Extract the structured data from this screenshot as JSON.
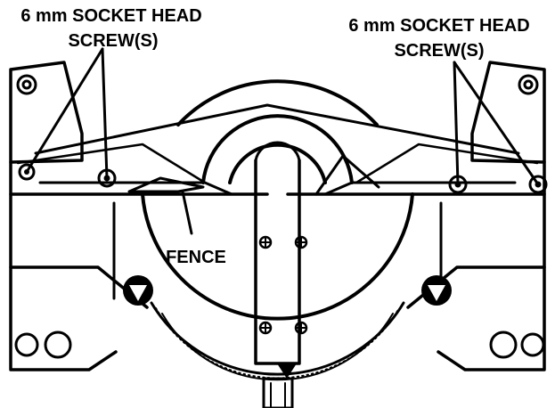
{
  "callouts": {
    "left_screw": {
      "line1": "6 mm SOCKET HEAD",
      "line2": "SCREW(S)"
    },
    "right_screw": {
      "line1": "6 mm SOCKET HEAD",
      "line2": "SCREW(S)"
    },
    "fence": "FENCE"
  }
}
